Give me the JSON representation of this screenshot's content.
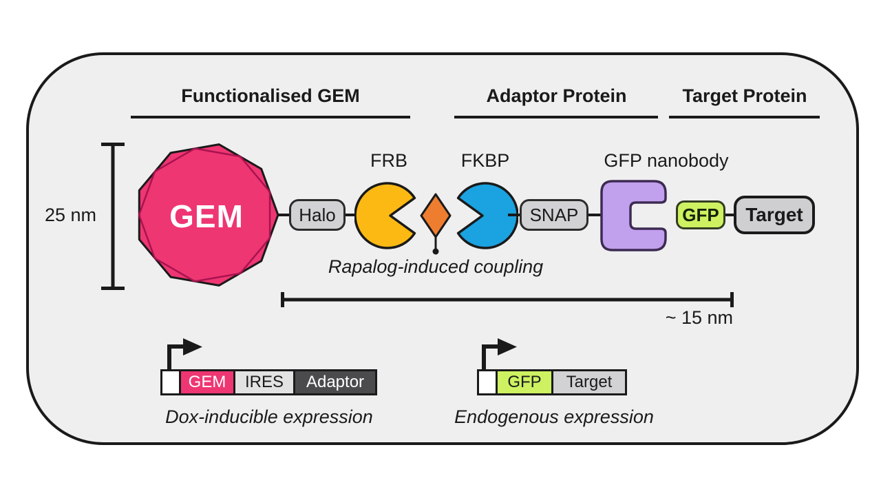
{
  "figure": {
    "background": "#ffffff",
    "panel_fill": "#efeff0",
    "panel_border": "#1a1a1a"
  },
  "headers": {
    "functionalised_gem": "Functionalised GEM",
    "adaptor_protein": "Adaptor Protein",
    "target_protein": "Target Protein"
  },
  "measurements": {
    "gem_diameter": "25 nm",
    "complex_length": "~ 15 nm"
  },
  "complex": {
    "gem_label": "GEM",
    "halo_label": "Halo",
    "frb_label": "FRB",
    "fkbp_label": "FKBP",
    "snap_label": "SNAP",
    "gfp_nanobody_label": "GFP nanobody",
    "gfp_label": "GFP",
    "target_label": "Target",
    "coupling_caption": "Rapalog-induced coupling"
  },
  "constructs": {
    "dox": {
      "segments": [
        "GEM",
        "IRES",
        "Adaptor"
      ],
      "caption": "Dox-inducible expression"
    },
    "endogenous": {
      "segments": [
        "GFP",
        "Target"
      ],
      "caption": "Endogenous expression"
    }
  },
  "colors": {
    "gem_pink": "#ee3672",
    "gem_facet_line": "#a8134f",
    "frb_yellow": "#fdb913",
    "rapalog_orange": "#ee7d30",
    "fkbp_blue": "#1ba2e0",
    "nanobody_purple": "#c1a0ee",
    "gfp_green": "#cdf161",
    "tag_gray": "#d2d2d4",
    "ires_light_gray": "#e2e2e2",
    "adaptor_dark_gray": "#4b4b4d",
    "outline_black": "#1a1a1a"
  }
}
